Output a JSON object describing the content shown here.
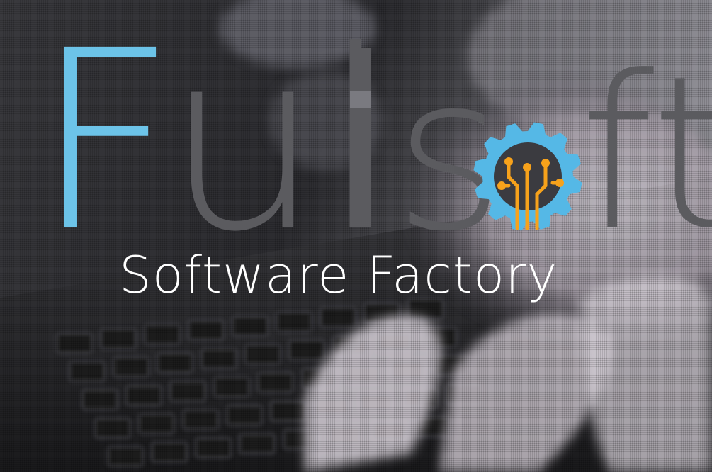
{
  "brand": {
    "name_part_1": "F",
    "name_part_2": "ul",
    "name_part_3": "s",
    "name_part_4": "ft",
    "tagline": "Software Factory"
  },
  "colors": {
    "blue": "#6cc3e8",
    "gray": "#5b5b5f",
    "gear": "#55b8e6",
    "circuit": "#f7a21b",
    "tagline": "#ffffff"
  },
  "icons": [
    "gear-circuit-icon"
  ]
}
